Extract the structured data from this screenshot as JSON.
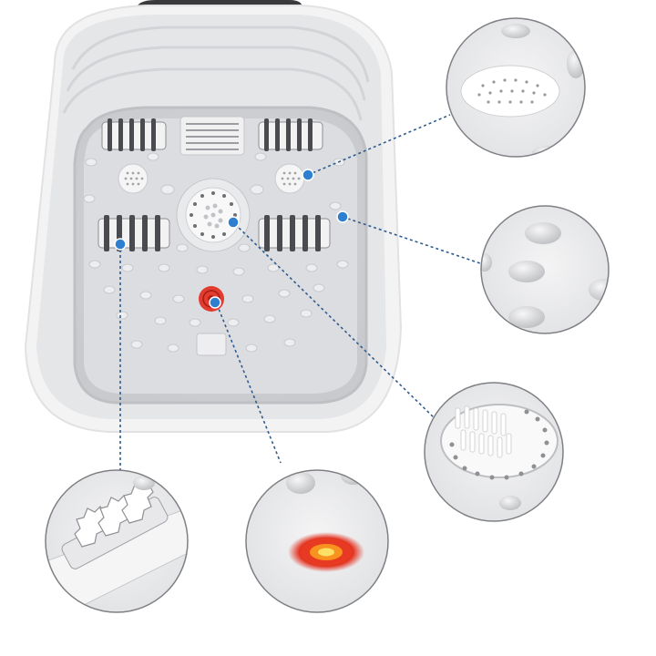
{
  "image": {
    "subject": "foot-spa-basin",
    "callouts": [
      {
        "id": "bubble-plate",
        "icon": "perforated-disc-icon"
      },
      {
        "id": "massage-nodules",
        "icon": "nodule-icon"
      },
      {
        "id": "center-jet",
        "icon": "brush-jet-icon"
      },
      {
        "id": "infrared-light",
        "icon": "red-light-icon"
      },
      {
        "id": "roller",
        "icon": "roller-icon"
      }
    ]
  },
  "colors": {
    "background": "#ffffff",
    "basin_outer": "#e9eaec",
    "basin_floor": "#d7d8db",
    "connector": "#2f5d8f",
    "marker": "#2f7fd1",
    "infrared": "#e23b2f",
    "infrared_glow": "#f6b21a"
  }
}
